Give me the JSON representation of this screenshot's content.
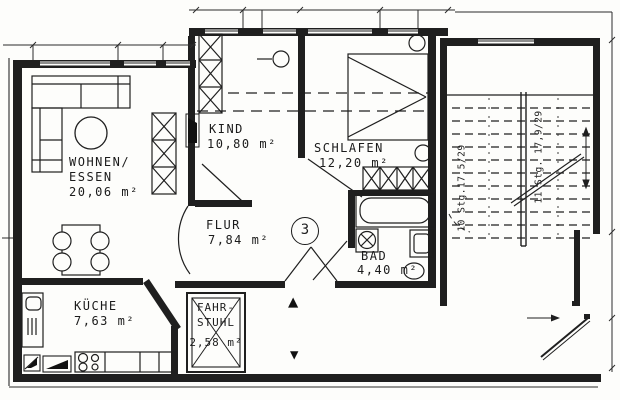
{
  "plan_title": "apartment-floor-plan",
  "colors": {
    "ink": "#1f1f1f",
    "paper": "#fdfdfb"
  },
  "rooms": {
    "wohnen_essen": {
      "name_line1": "WOHNEN/",
      "name_line2": "ESSEN",
      "area": "20,06 m²"
    },
    "kueche": {
      "name": "KÜCHE",
      "area": "7,63 m²"
    },
    "kind": {
      "name": "KIND",
      "area": "10,80 m²"
    },
    "schlafen": {
      "name": "SCHLAFEN",
      "area": "12,20 m²"
    },
    "flur": {
      "name": "FLUR",
      "area": "7,84 m²"
    },
    "bad": {
      "name": "BAD",
      "area": "4,40 m²"
    },
    "fahrstuhl": {
      "name_line1": "FAHR-",
      "name_line2": "STUHL",
      "area": "2,58 m²"
    }
  },
  "annotations": {
    "unit_number": "3",
    "stair_flight_lower": "10 Stg.17,5/29",
    "stair_flight_upper": "11 Stg. 17,9/29",
    "arrow_up": "▲",
    "arrow_down": "▼"
  },
  "icons": {
    "up_arrow": "stair-direction-up",
    "down_arrow": "stair-direction-down",
    "elevator_cross": "elevator-shaft-x"
  }
}
